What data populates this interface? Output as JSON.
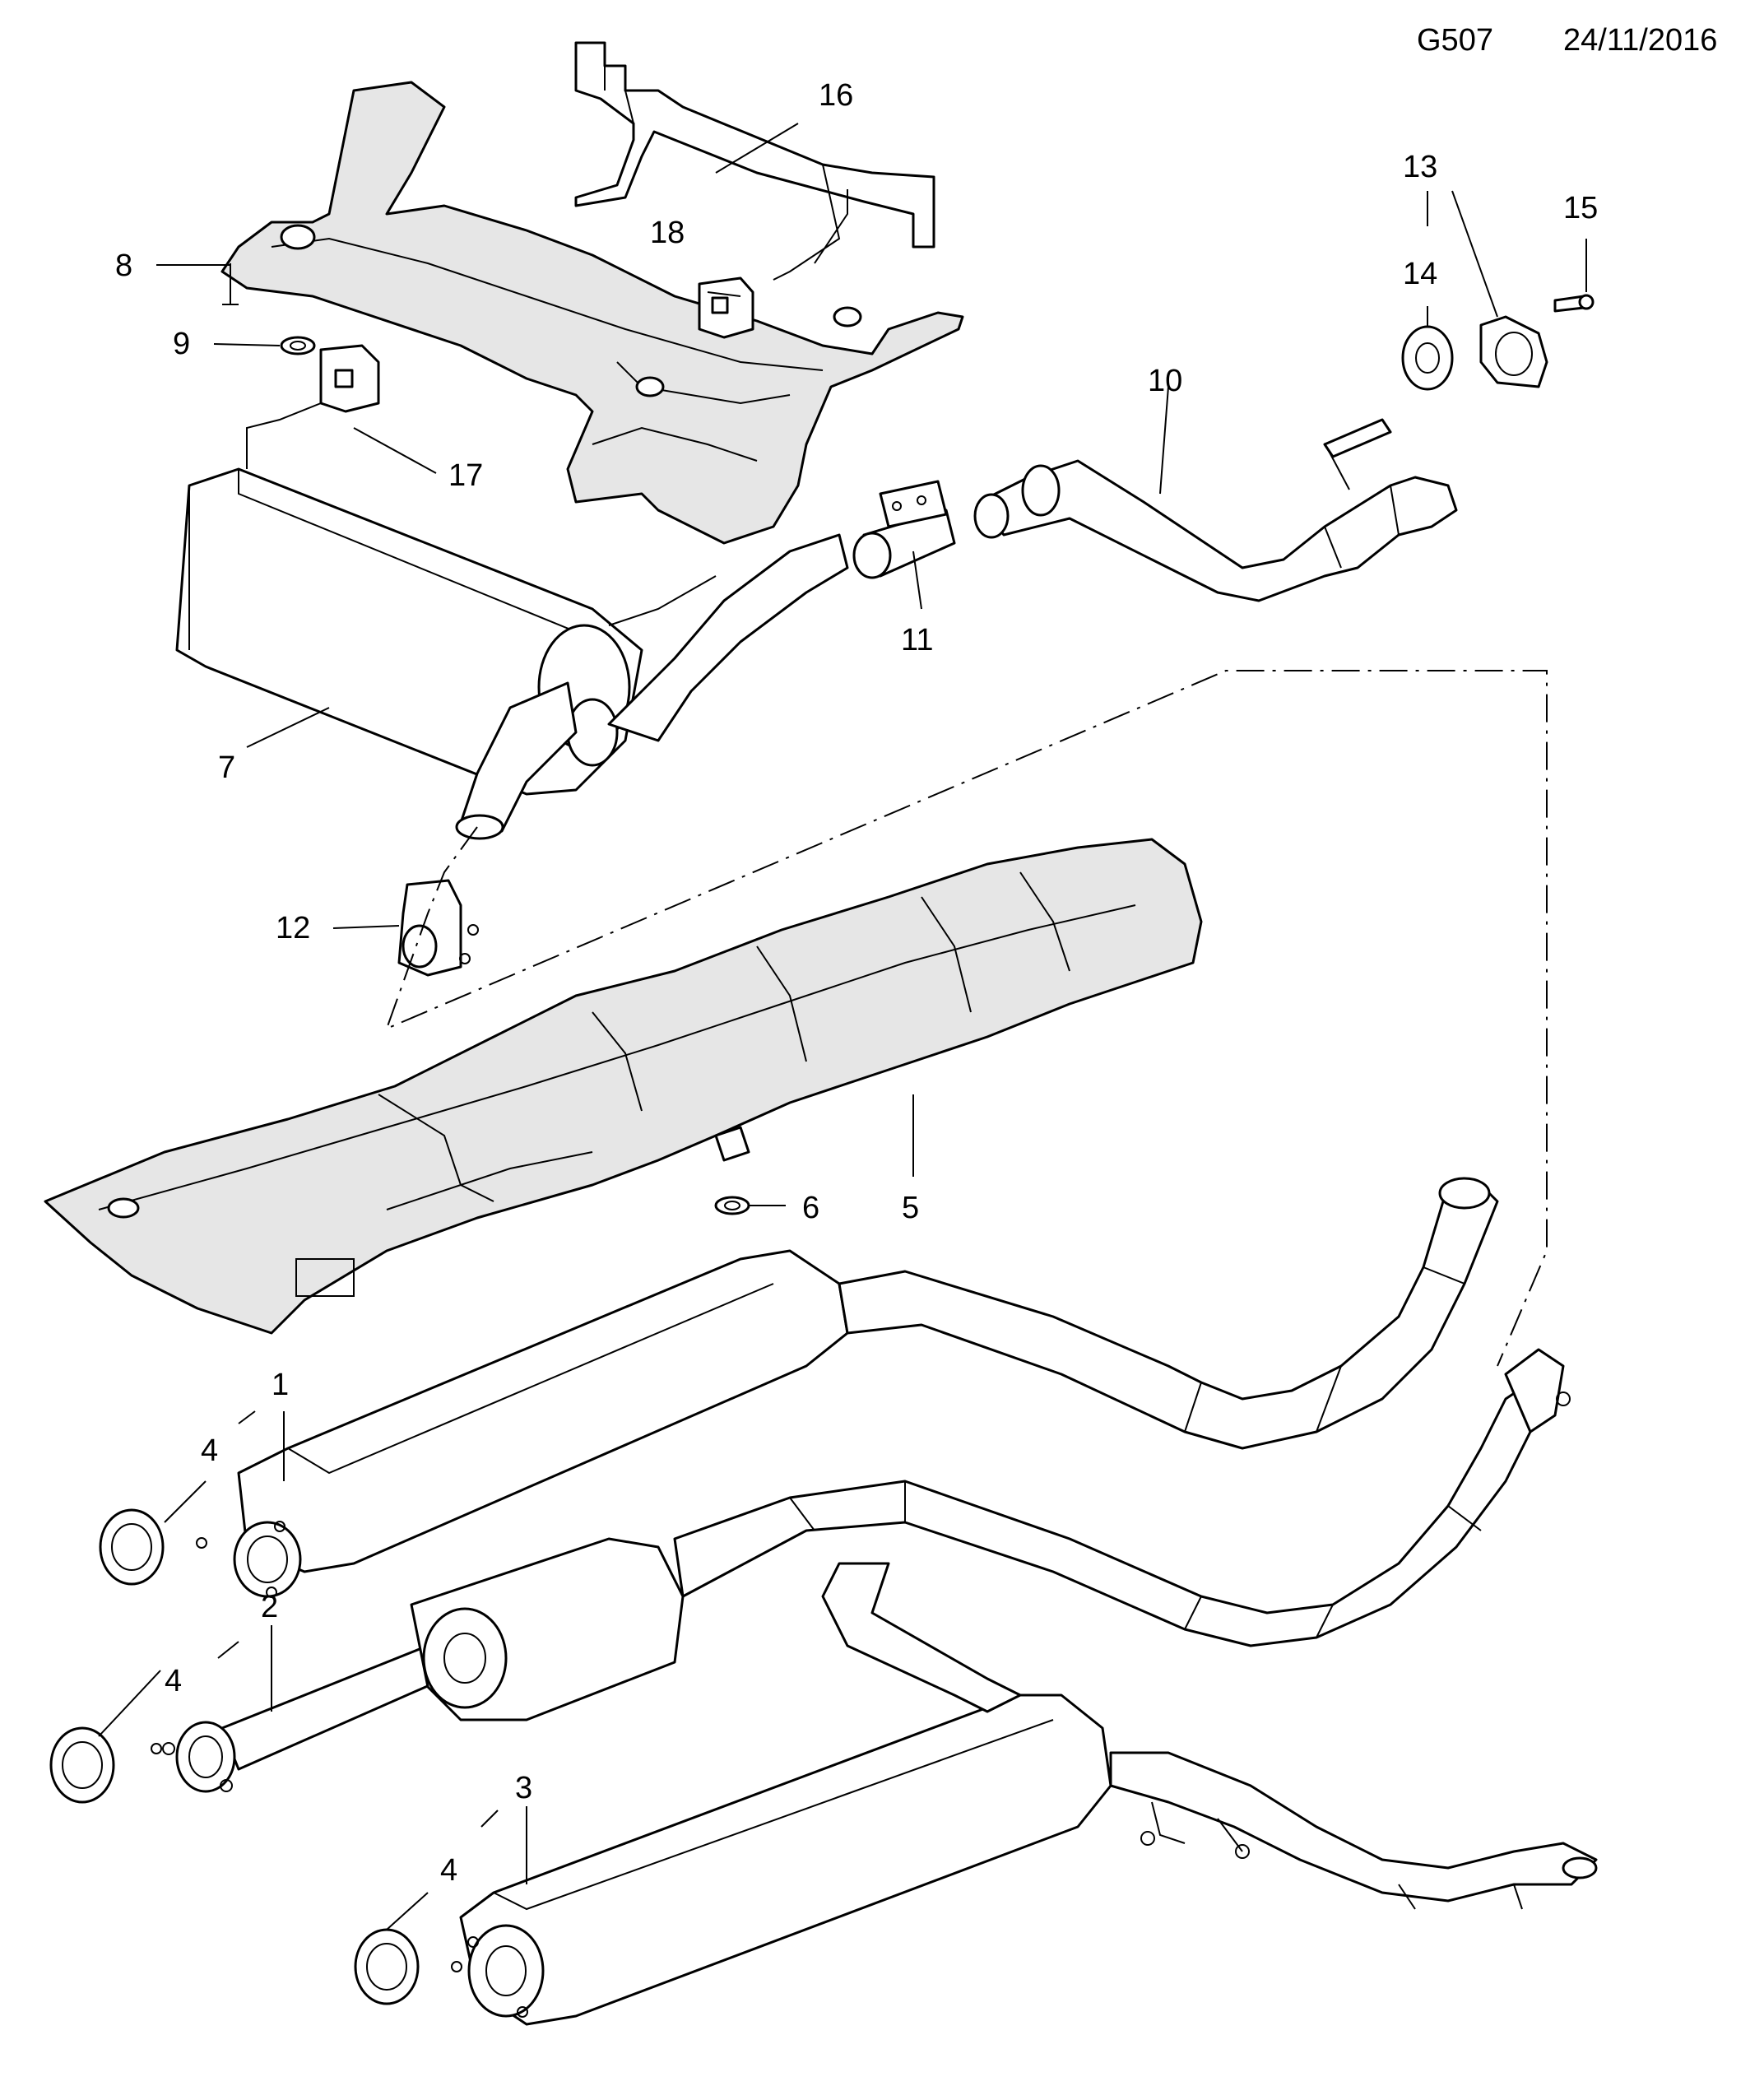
{
  "header": {
    "diagram_code": "G507",
    "date": "24/11/2016"
  },
  "callouts": {
    "c1": "1",
    "c2": "2",
    "c3": "3",
    "c4a": "4",
    "c4b": "4",
    "c4c": "4",
    "c5": "5",
    "c6": "6",
    "c7": "7",
    "c8": "8",
    "c9": "9",
    "c10": "10",
    "c11": "11",
    "c12": "12",
    "c13": "13",
    "c14": "14",
    "c15": "15",
    "c16": "16",
    "c17": "17",
    "c18": "18"
  }
}
